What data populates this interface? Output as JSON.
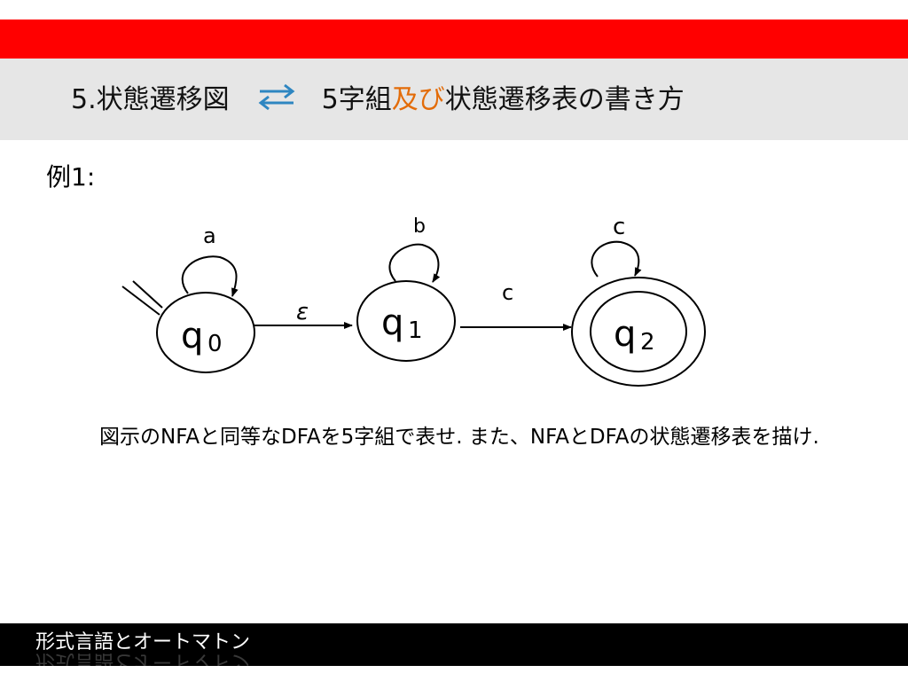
{
  "header": {
    "title_left": "5.状態遷移図",
    "arrows_icon": "bidirectional-arrows-icon",
    "title_right_prefix": "5字組",
    "title_right_accent": "及び",
    "title_right_suffix": "状態遷移表の書き方"
  },
  "example_label": "例1:",
  "diagram": {
    "states": [
      {
        "id": "q0",
        "name": "q",
        "sub": "0",
        "accepting": false,
        "initial": true
      },
      {
        "id": "q1",
        "name": "q",
        "sub": "1",
        "accepting": false,
        "initial": false
      },
      {
        "id": "q2",
        "name": "q",
        "sub": "2",
        "accepting": true,
        "initial": false
      }
    ],
    "transitions": [
      {
        "from": "q0",
        "to": "q0",
        "label": "a"
      },
      {
        "from": "q0",
        "to": "q1",
        "label": "ε"
      },
      {
        "from": "q1",
        "to": "q1",
        "label": "b"
      },
      {
        "from": "q1",
        "to": "q2",
        "label": "c"
      },
      {
        "from": "q2",
        "to": "q2",
        "label": "c"
      }
    ]
  },
  "instructions": "図示のNFAと同等なDFAを5字組で表せ. また、NFAとDFAの状態遷移表を描け.",
  "footer": {
    "course_title": "形式言語とオートマトン"
  },
  "colors": {
    "red_bar": "#ff0000",
    "title_band": "#e6e6e6",
    "accent": "#e36c09",
    "arrows": "#2e86c1",
    "footer": "#000000"
  }
}
